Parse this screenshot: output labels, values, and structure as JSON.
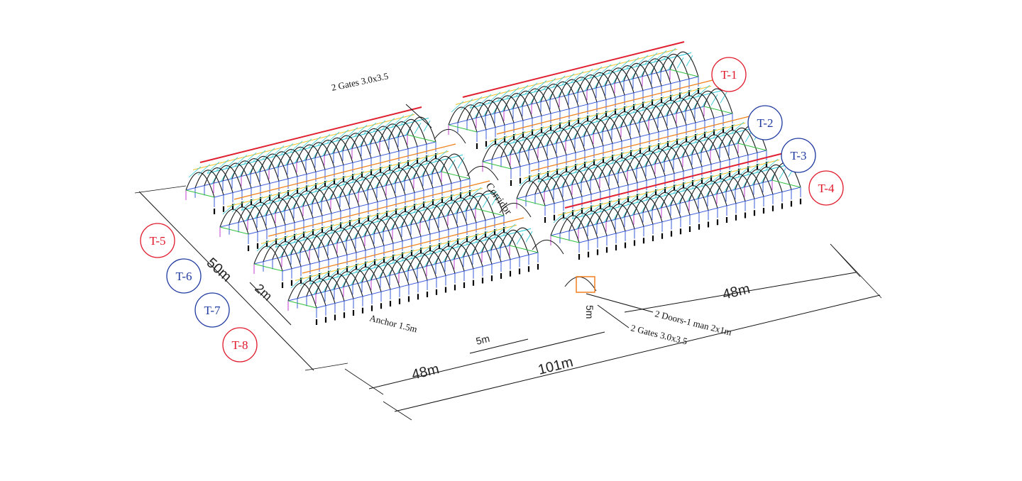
{
  "tunnels": [
    {
      "id": "T-1",
      "color": "#e0182a"
    },
    {
      "id": "T-2",
      "color": "#1f3aa0"
    },
    {
      "id": "T-3",
      "color": "#1f3aa0"
    },
    {
      "id": "T-4",
      "color": "#e0182a"
    },
    {
      "id": "T-5",
      "color": "#e0182a"
    },
    {
      "id": "T-6",
      "color": "#1f3aa0"
    },
    {
      "id": "T-7",
      "color": "#1f3aa0"
    },
    {
      "id": "T-8",
      "color": "#e0182a"
    }
  ],
  "annotations": {
    "gates_top": "2 Gates 3.0x3.5",
    "corridor": "Corridor",
    "anchor": "Anchor 1.5m",
    "doors": "2 Doors-1 man 2x1m",
    "gates_bottom": "2 Gates 3.0x3.5"
  },
  "dimensions": {
    "width_total": "50m",
    "gap": "2m",
    "bay": "5m",
    "left_length": "48m",
    "total_length": "101m",
    "right_length": "48m",
    "corridor_width": "5m"
  },
  "palette": {
    "arch": "#1a1a1a",
    "cyan": "#23c8d8",
    "blue": "#3a5bd8",
    "yellow": "#f0c020",
    "red": "#e02030",
    "magenta": "#c040d0",
    "green": "#30c040",
    "orange": "#f08020"
  }
}
